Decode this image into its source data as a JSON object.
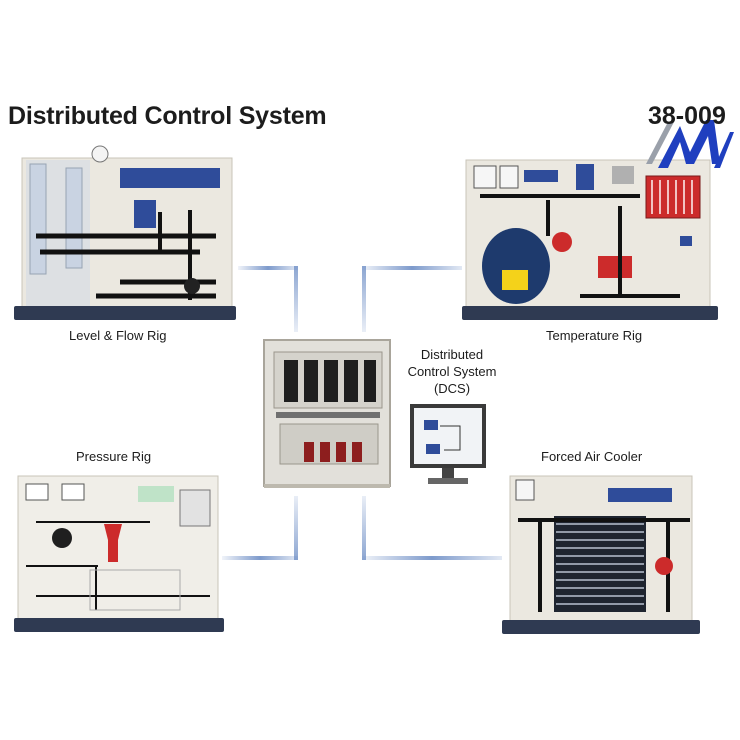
{
  "header": {
    "title": "Distributed Control System",
    "code": "38-009"
  },
  "rigs": {
    "level_flow": "Level & Flow Rig",
    "temperature": "Temperature Rig",
    "pressure": "Pressure Rig",
    "forced_air": "Forced Air Cooler"
  },
  "dcs": {
    "line1": "Distributed",
    "line2": "Control System",
    "line3": "(DCS)"
  },
  "colors": {
    "connector": "#6f8fc6",
    "base": "#2f3a52",
    "panel": "#e9e6dc",
    "accent_red": "#cc2b2b",
    "accent_blue": "#2f4c9a"
  }
}
